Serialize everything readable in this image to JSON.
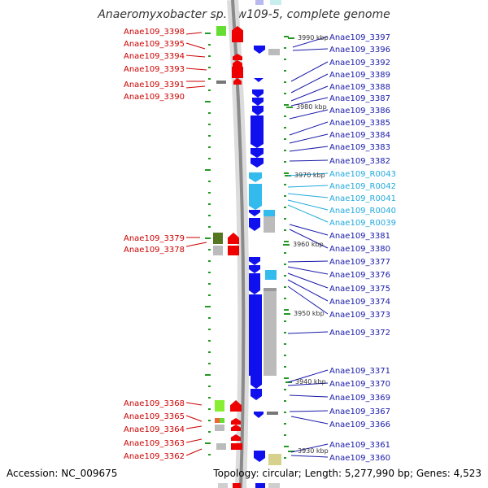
{
  "title": "Anaeromyxobacter sp. Fw109-5, complete genome",
  "footer": {
    "accession": "Accession: NC_009675",
    "summary": "Topology: circular; Length: 5,277,990 bp; Genes: 4,523"
  },
  "colors": {
    "forward_gene": "#ee0000",
    "reverse_gene": "#1010ee",
    "rna_gene": "#33bbee",
    "forward_label": "#cc0000",
    "reverse_label": "#1a1aaa",
    "rna_label": "#22aadd",
    "tick": "#229922",
    "backbone": "#888888"
  },
  "scale_labels": [
    "3990 kbp",
    "3980 kbp",
    "3970 kbp",
    "3960 kbp",
    "3950 kbp",
    "3940 kbp",
    "3930 kbp"
  ],
  "left_labels": [
    "Anae109_3398",
    "Anae109_3395",
    "Anae109_3394",
    "Anae109_3393",
    "Anae109_3391",
    "Anae109_3390",
    "Anae109_3379",
    "Anae109_3378",
    "Anae109_3368",
    "Anae109_3365",
    "Anae109_3364",
    "Anae109_3363",
    "Anae109_3362"
  ],
  "right_labels": [
    "Anae109_3397",
    "Anae109_3396",
    "Anae109_3392",
    "Anae109_3389",
    "Anae109_3388",
    "Anae109_3387",
    "Anae109_3386",
    "Anae109_3385",
    "Anae109_3384",
    "Anae109_3383",
    "Anae109_3382",
    "Anae109_R0043",
    "Anae109_R0042",
    "Anae109_R0041",
    "Anae109_R0040",
    "Anae109_R0039",
    "Anae109_3381",
    "Anae109_3380",
    "Anae109_3377",
    "Anae109_3376",
    "Anae109_3375",
    "Anae109_3374",
    "Anae109_3373",
    "Anae109_3372",
    "Anae109_3371",
    "Anae109_3370",
    "Anae109_3369",
    "Anae109_3367",
    "Anae109_3366",
    "Anae109_3361",
    "Anae109_3360"
  ]
}
